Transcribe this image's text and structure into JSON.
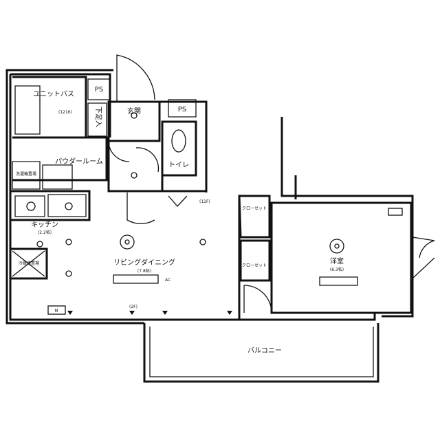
{
  "rooms": {
    "unit_bath": {
      "name": "ユニットバス",
      "size": "(1216)"
    },
    "ps_left": {
      "name": "PS"
    },
    "shoe_storage": {
      "name": "下足入"
    },
    "entrance": {
      "name": "玄関"
    },
    "ps_right": {
      "name": "PS"
    },
    "toilet": {
      "name": "トイレ"
    },
    "powder_room": {
      "name": "パウダールーム"
    },
    "laundry": {
      "name": "洗濯機置場"
    },
    "kitchen": {
      "name": "キッチン",
      "size": "(2.2帖)"
    },
    "fridge": {
      "name": "冷蔵庫置場"
    },
    "living_dining": {
      "name": "リビングダイニング",
      "size": "(7.8帖)"
    },
    "closet_1": {
      "name": "クローゼット"
    },
    "closet_2": {
      "name": "クローゼット"
    },
    "western_room": {
      "name": "洋室",
      "size": "(6.3帖)"
    },
    "balcony": {
      "name": "バルコニー"
    }
  },
  "marks": {
    "meter": "M",
    "outlet_11f": "(11F)",
    "outlet_2f": "(2F)",
    "ac": "AC"
  }
}
